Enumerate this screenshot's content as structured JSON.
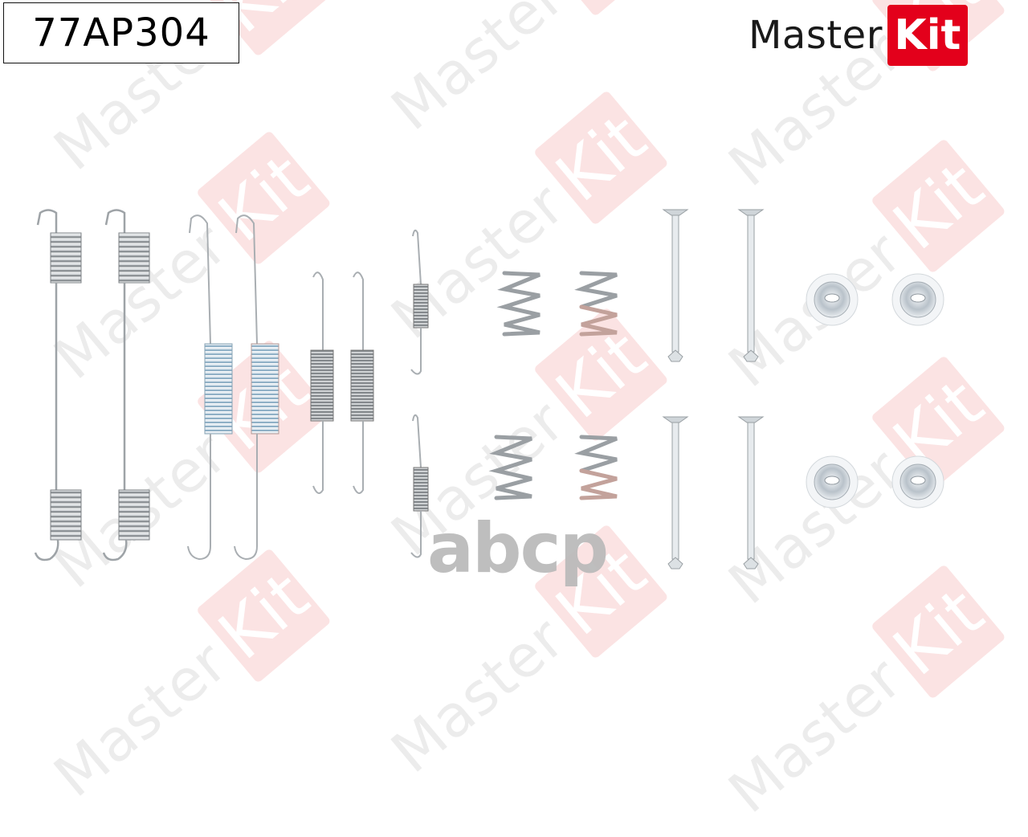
{
  "header": {
    "part_number": "77AP304",
    "brand_logo": {
      "text_left": "Master",
      "text_right": "Kit",
      "accent_color": "#e3001b"
    }
  },
  "watermark": {
    "text_left": "Master",
    "text_right": "Kit",
    "overlay_text": "abcp"
  },
  "product": {
    "description": "Brake shoe accessory/spring kit",
    "items": [
      {
        "type": "long-return-spring-double-coil",
        "count": 2
      },
      {
        "type": "long-return-spring-single-coil",
        "count": 2
      },
      {
        "type": "medium-tension-spring",
        "count": 2
      },
      {
        "type": "small-tension-spring",
        "count": 2
      },
      {
        "type": "hold-down-compression-spring",
        "count": 4
      },
      {
        "type": "hold-down-pin",
        "count": 4
      },
      {
        "type": "hold-down-cup-washer",
        "count": 4
      }
    ]
  },
  "colors": {
    "metal": "#a9adb1",
    "metal_dark": "#6f7376",
    "blue_tint": "#a8c4d8",
    "copper_tint": "#c9a29a",
    "watermark_gray": "#ececec",
    "watermark_pink": "#fbe3e3"
  }
}
